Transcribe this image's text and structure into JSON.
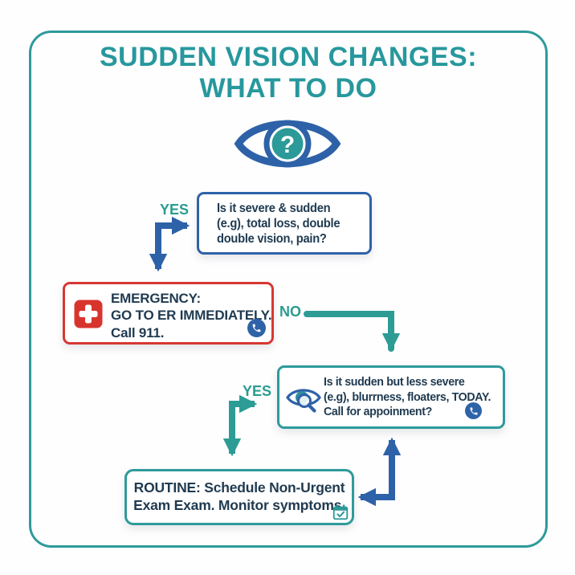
{
  "title": {
    "text": "SUDDEN VISION CHANGES:\nWHAT TO DO"
  },
  "labels": {
    "yes1": "YES",
    "no": "NO",
    "yes2": "YES"
  },
  "boxes": {
    "decision1": {
      "text": "Is it severe & sudden\n(e.g), total loss, double\ndouble vision, pain?"
    },
    "emergency": {
      "text": "EMERGENCY:\nGO TO ER IMMEDIATELY.\nCall 911."
    },
    "decision2": {
      "text": "Is it sudden but less severe\n(e.g), blurrness, floaters, TODAY.\nCall for appoinment?"
    },
    "routine": {
      "text": "ROUTINE: Schedule Non-Urgent\nExam Exam.  Monitor symptoms."
    }
  },
  "icons": {
    "header": "eye-question-icon",
    "emergency": "emergency-cross-icon",
    "phone": "phone-icon",
    "decision2": "eye-magnifier-icon",
    "routine": "calendar-check-icon"
  },
  "colors": {
    "teal": "#2e9a9b",
    "teal_label": "#2a9c90",
    "blue": "#2e62a8",
    "navy": "#1f3a50",
    "red": "#d63832",
    "iris_teal": "#2b9a98"
  }
}
